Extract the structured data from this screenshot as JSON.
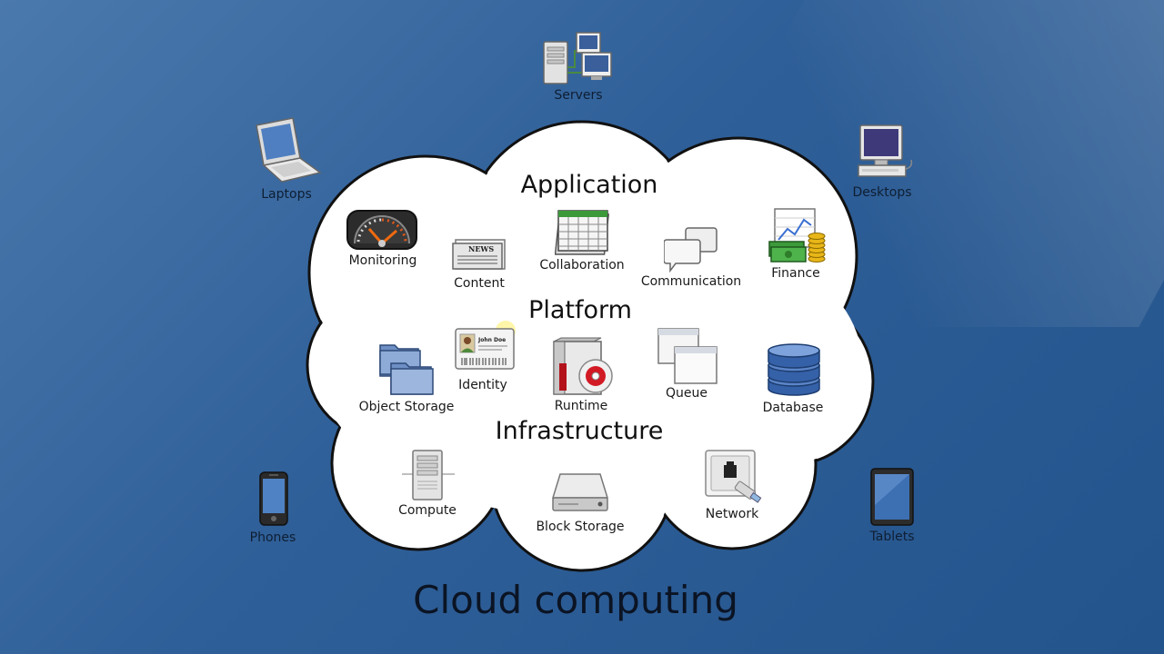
{
  "title": "Cloud computing",
  "sections": {
    "application": "Application",
    "platform": "Platform",
    "infrastructure": "Infrastructure"
  },
  "services": {
    "monitoring": "Monitoring",
    "content": "Content",
    "collaboration": "Collaboration",
    "communication": "Communication",
    "finance": "Finance",
    "identity": "Identity",
    "identity_card_name": "John Doe",
    "object_storage": "Object Storage",
    "runtime": "Runtime",
    "queue": "Queue",
    "database": "Database",
    "compute": "Compute",
    "block_storage": "Block Storage",
    "network": "Network",
    "news_badge": "NEWS"
  },
  "devices": {
    "servers": "Servers",
    "laptops": "Laptops",
    "desktops": "Desktops",
    "phones": "Phones",
    "tablets": "Tablets"
  },
  "colors": {
    "background": "#2f5f98",
    "cloud_fill": "#ffffff",
    "cloud_outline": "#111111",
    "title": "#0b1424"
  }
}
